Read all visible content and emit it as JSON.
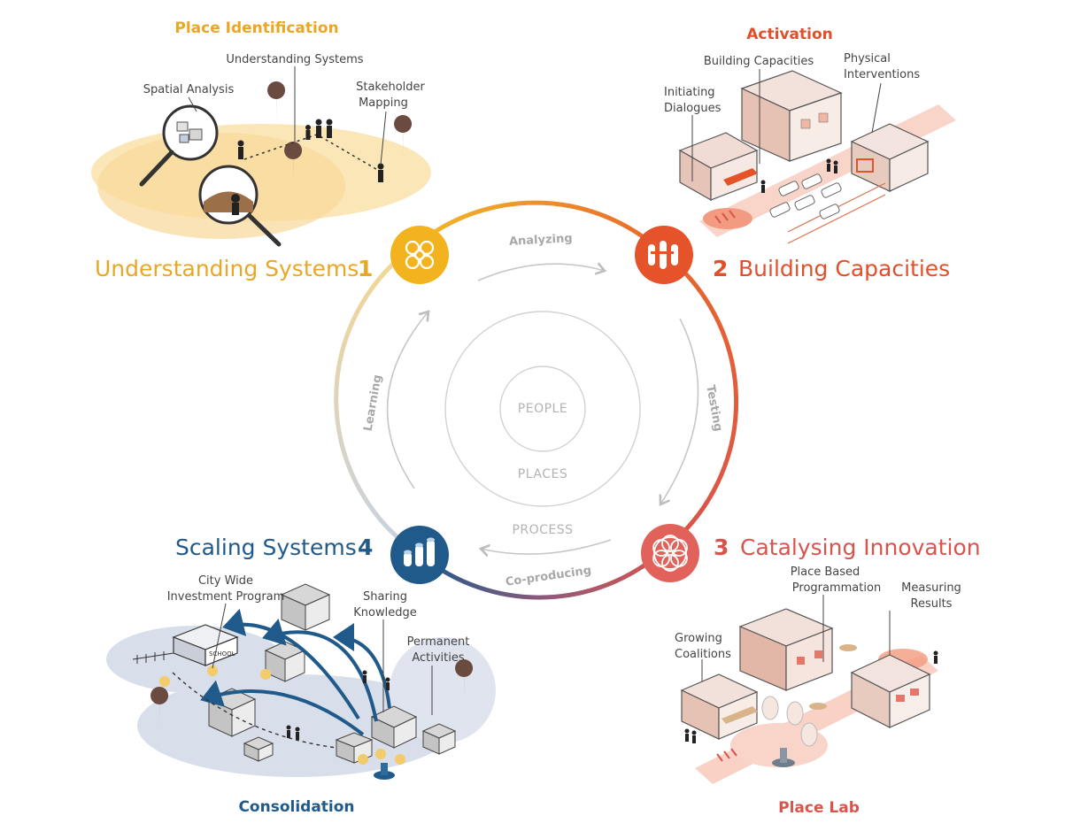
{
  "colors": {
    "stage1": "#f0b323",
    "stage2": "#e25b2b",
    "stage3": "#d9544d",
    "stage4": "#1f5a8a",
    "grey_text": "#555555",
    "grey_ring": "#cfcfcf"
  },
  "stages": [
    {
      "number": "1",
      "title": "Understanding Systems",
      "icon": "flower-grid-icon"
    },
    {
      "number": "2",
      "title": "Building Capacities",
      "icon": "bars-icon"
    },
    {
      "number": "3",
      "title": "Catalysing Innovation",
      "icon": "mandala-icon"
    },
    {
      "number": "4",
      "title": "Scaling Systems",
      "icon": "cylinders-icon"
    }
  ],
  "cycle_labels": {
    "top": "Analyzing",
    "right": "Testing",
    "bottom": "Co-producing",
    "left": "Learning"
  },
  "core": {
    "people": "PEOPLE",
    "places": "PLACES",
    "process": "PROCESS"
  },
  "quadrants": {
    "top_left": {
      "heading": "Place Identification",
      "labels": [
        "Spatial Analysis",
        "Understanding Systems",
        "Stakeholder",
        "Mapping"
      ]
    },
    "top_right": {
      "heading": "Activation",
      "labels": [
        "Building Capacities",
        "Physical",
        "Interventions",
        "Initiating",
        "Dialogues"
      ]
    },
    "bottom_left": {
      "heading": "Consolidation",
      "labels": [
        "City Wide",
        "Investment Program",
        "Sharing",
        "Knowledge",
        "Permanent",
        "Activities"
      ],
      "school_sign": "SCHOOL"
    },
    "bottom_right": {
      "heading": "Place Lab",
      "labels": [
        "Place Based",
        "Programmation",
        "Measuring",
        "Results",
        "Growing",
        "Coalitions"
      ]
    }
  }
}
